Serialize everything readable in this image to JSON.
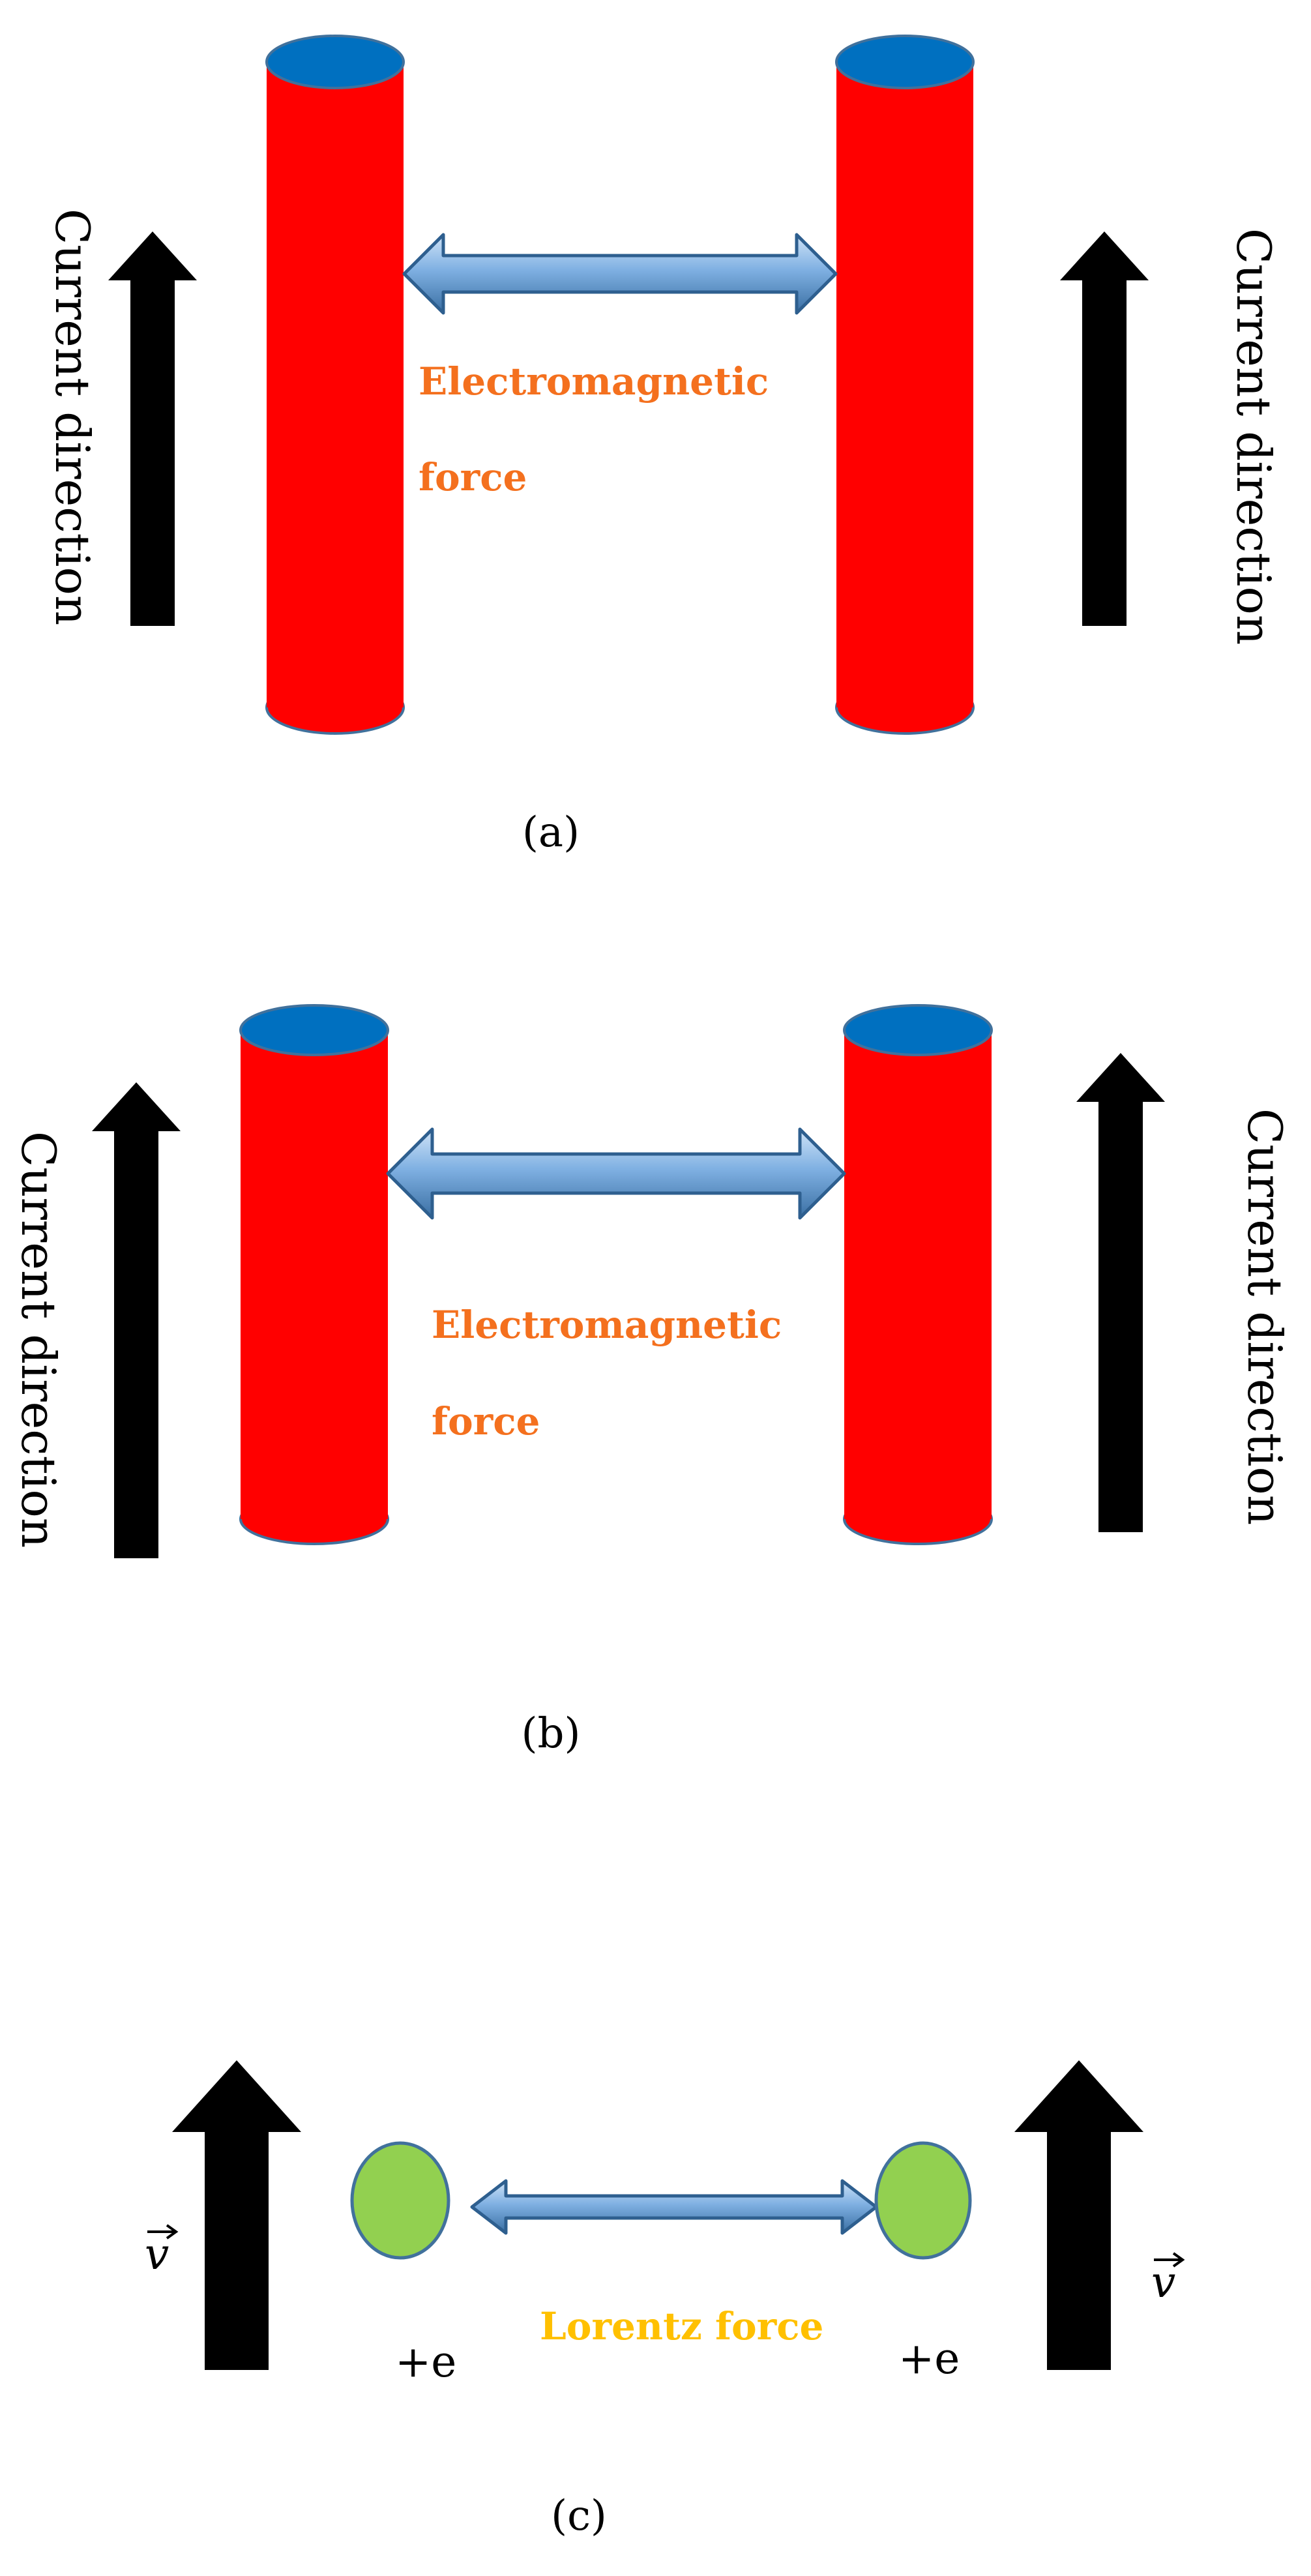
{
  "colors": {
    "conductor": "#ff0000",
    "conductor_cap": "#0070c0",
    "cap_outline": "#41719c",
    "arrow": "#000000",
    "force_arrow": "#7aa6d8",
    "force_arrow_edge": "#2e5f8f",
    "force_label_ab": "#f4701e",
    "force_label_c": "#ffc000",
    "charge_fill": "#92d050",
    "charge_outline": "#41719c"
  },
  "panels": {
    "a": {
      "label": "(a)",
      "left_text": "Current direction",
      "right_text": "Current direction",
      "force_line1": "Electromagnetic",
      "force_line2": "force"
    },
    "b": {
      "label": "(b)",
      "left_text": "Current direction",
      "right_text": "Current direction",
      "force_line1": "Electromagnetic",
      "force_line2": "force"
    },
    "c": {
      "label": "(c)",
      "left_velocity": "v",
      "right_velocity": "v",
      "left_charge": "+e",
      "right_charge": "+e",
      "force_label": "Lorentz force"
    }
  }
}
